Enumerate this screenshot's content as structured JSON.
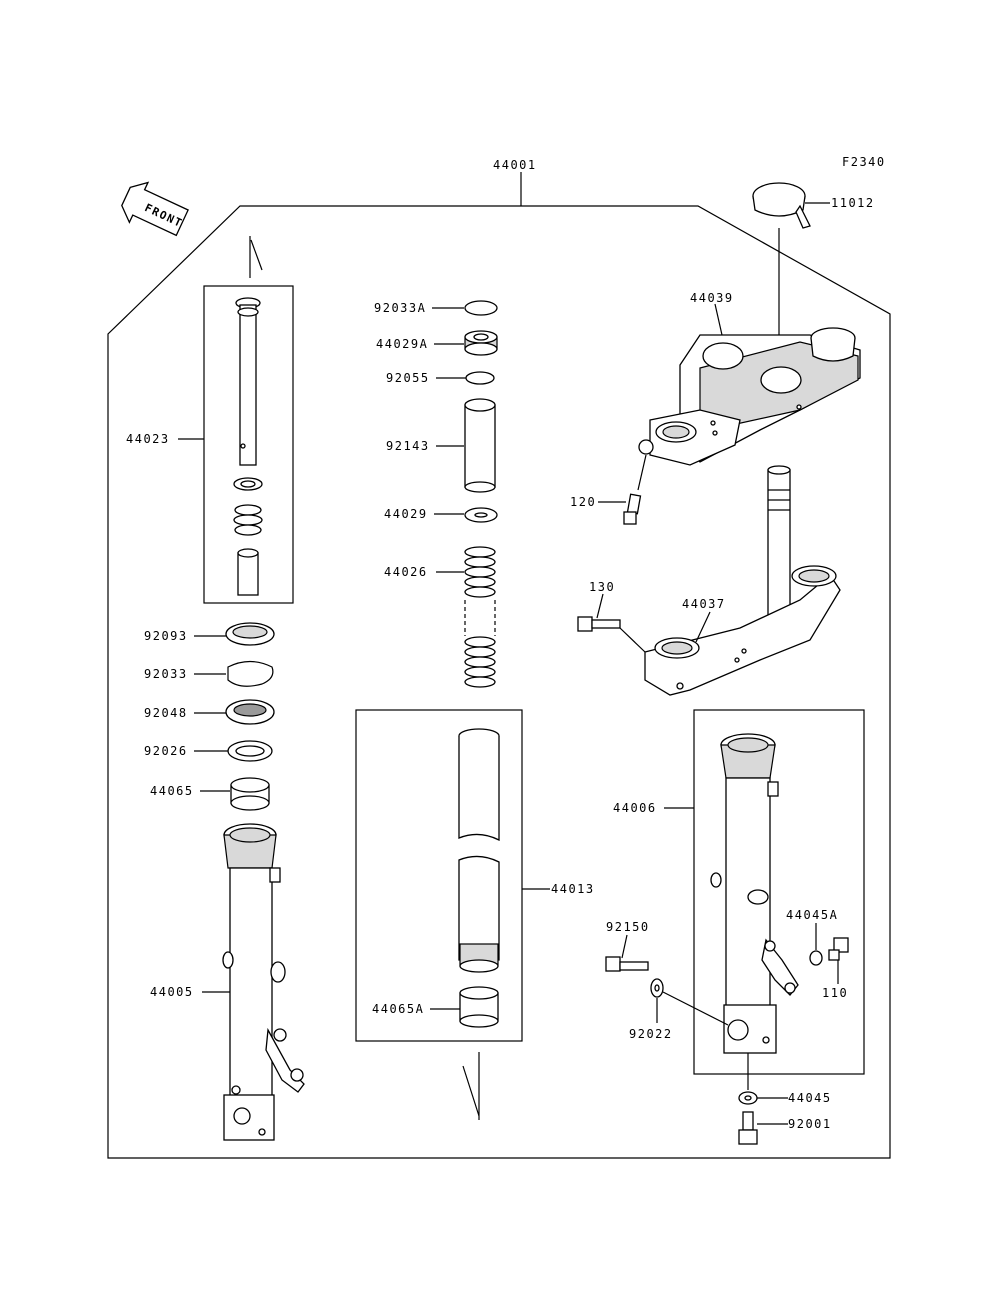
{
  "figure_code": "F2340",
  "front_label": "FRONT",
  "labels": {
    "p44001": "44001",
    "p11012": "11012",
    "p44039": "44039",
    "p120": "120",
    "p130": "130",
    "p44037": "44037",
    "p44023": "44023",
    "p92033A": "92033A",
    "p44029A": "44029A",
    "p92055": "92055",
    "p92143": "92143",
    "p44029": "44029",
    "p44026": "44026",
    "p92093": "92093",
    "p92033": "92033",
    "p92048": "92048",
    "p92026": "92026",
    "p44065": "44065",
    "p44005": "44005",
    "p44013": "44013",
    "p44065A": "44065A",
    "p44006": "44006",
    "p44045A": "44045A",
    "p92150": "92150",
    "p110": "110",
    "p92022": "92022",
    "p44045": "44045",
    "p92001": "92001"
  }
}
